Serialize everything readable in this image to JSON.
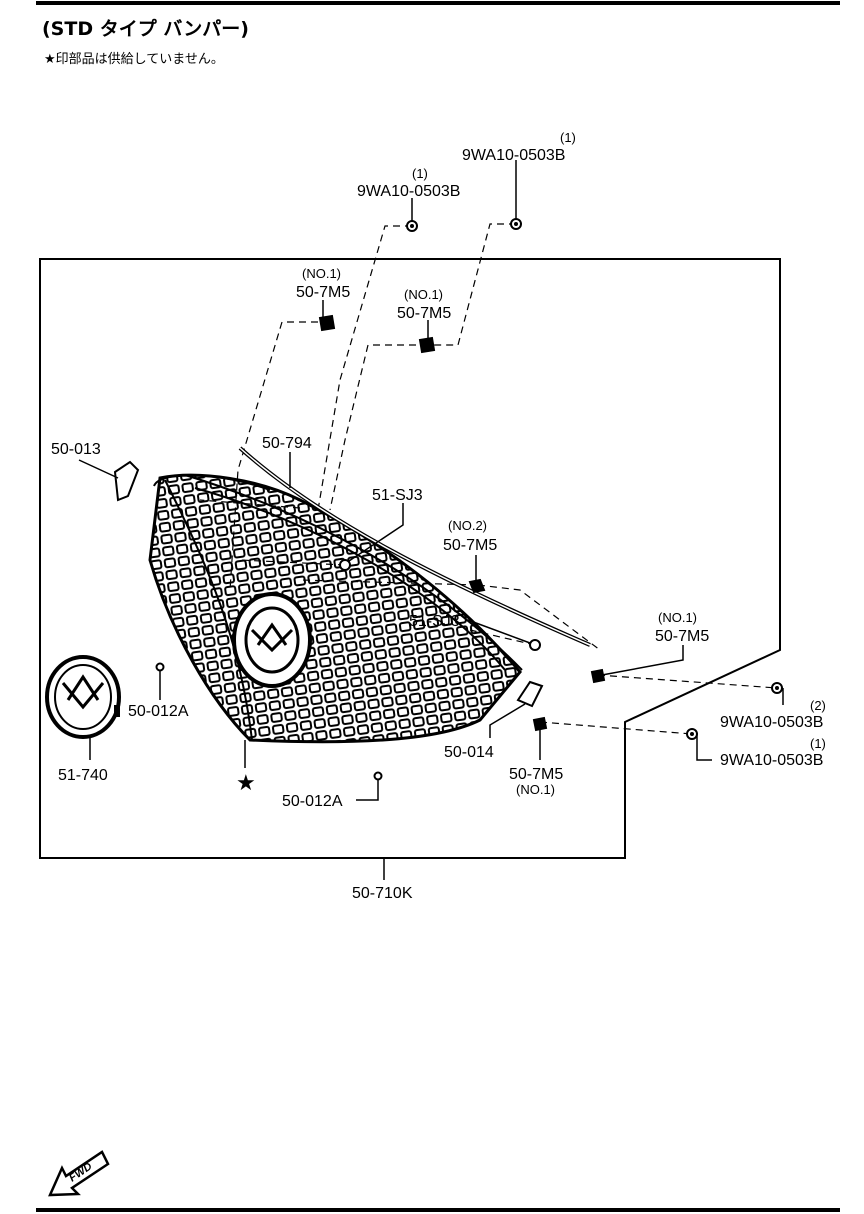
{
  "header": {
    "title": "(STD タイプ バンパー)",
    "note": "★印部品は供給していません。"
  },
  "callouts": {
    "bolt_top_right": {
      "qty": "(1)",
      "part": "9WA10-0503B"
    },
    "bolt_top_left": {
      "qty": "(1)",
      "part": "9WA10-0503B"
    },
    "clip_upper_left": {
      "qty": "(NO.1)",
      "part": "50-7M5"
    },
    "clip_upper_mid": {
      "qty": "(NO.1)",
      "part": "50-7M5"
    },
    "bracket_left": {
      "part": "50-013"
    },
    "molding": {
      "part": "50-794"
    },
    "fastener_upper": {
      "part": "51-SJ3"
    },
    "clip_no2": {
      "qty": "(NO.2)",
      "part": "50-7M5"
    },
    "fastener_lower": {
      "part": "51-SJ3"
    },
    "clip_right": {
      "qty": "(NO.1)",
      "part": "50-7M5"
    },
    "bolt_right_2": {
      "qty": "(2)",
      "part": "9WA10-0503B"
    },
    "bolt_right_1": {
      "qty": "(1)",
      "part": "9WA10-0503B"
    },
    "nut_left": {
      "part": "50-012A"
    },
    "emblem": {
      "part": "51-740"
    },
    "bracket_right": {
      "part": "50-014"
    },
    "clip_bottom": {
      "part": "50-7M5",
      "qty": "(NO.1)"
    },
    "nut_bottom": {
      "part": "50-012A"
    },
    "assembly": {
      "part": "50-710K"
    },
    "not_supplied_mark": "★"
  },
  "fwd_label": "FWD"
}
